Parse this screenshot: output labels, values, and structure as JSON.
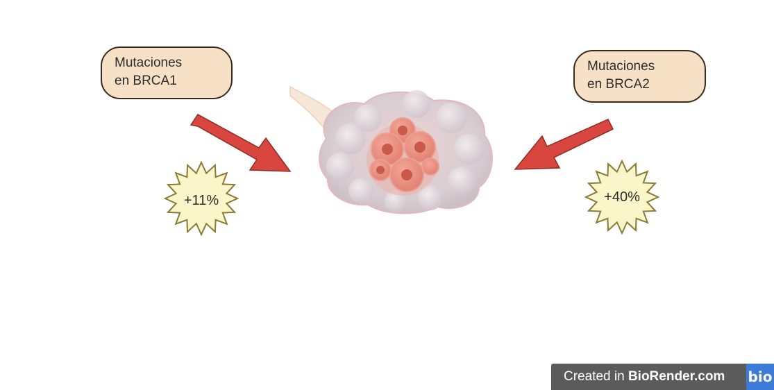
{
  "labels": {
    "left": "Mutaciones\nen BRCA1",
    "right": "Mutaciones\nen BRCA2"
  },
  "stars": {
    "left": "+11%",
    "right": "+40%"
  },
  "badge": {
    "prefix": "Created in ",
    "brand": "BioRender.com",
    "logo": "bio"
  },
  "colors": {
    "pill_fill": "#f7e1c6",
    "pill_border": "#3a2a1c",
    "arrow": "#d9463f",
    "star_fill": "#fbf6c9",
    "star_border": "#8a7b34",
    "tumor_outer": "#d8cdd1",
    "tumor_core": "#e88c7e",
    "badge_bg": "#5b5b5b",
    "badge_logo_bg": "#3d7bd8"
  },
  "icons": [
    "arrow-icon",
    "starburst-icon",
    "tumor-illustration"
  ]
}
